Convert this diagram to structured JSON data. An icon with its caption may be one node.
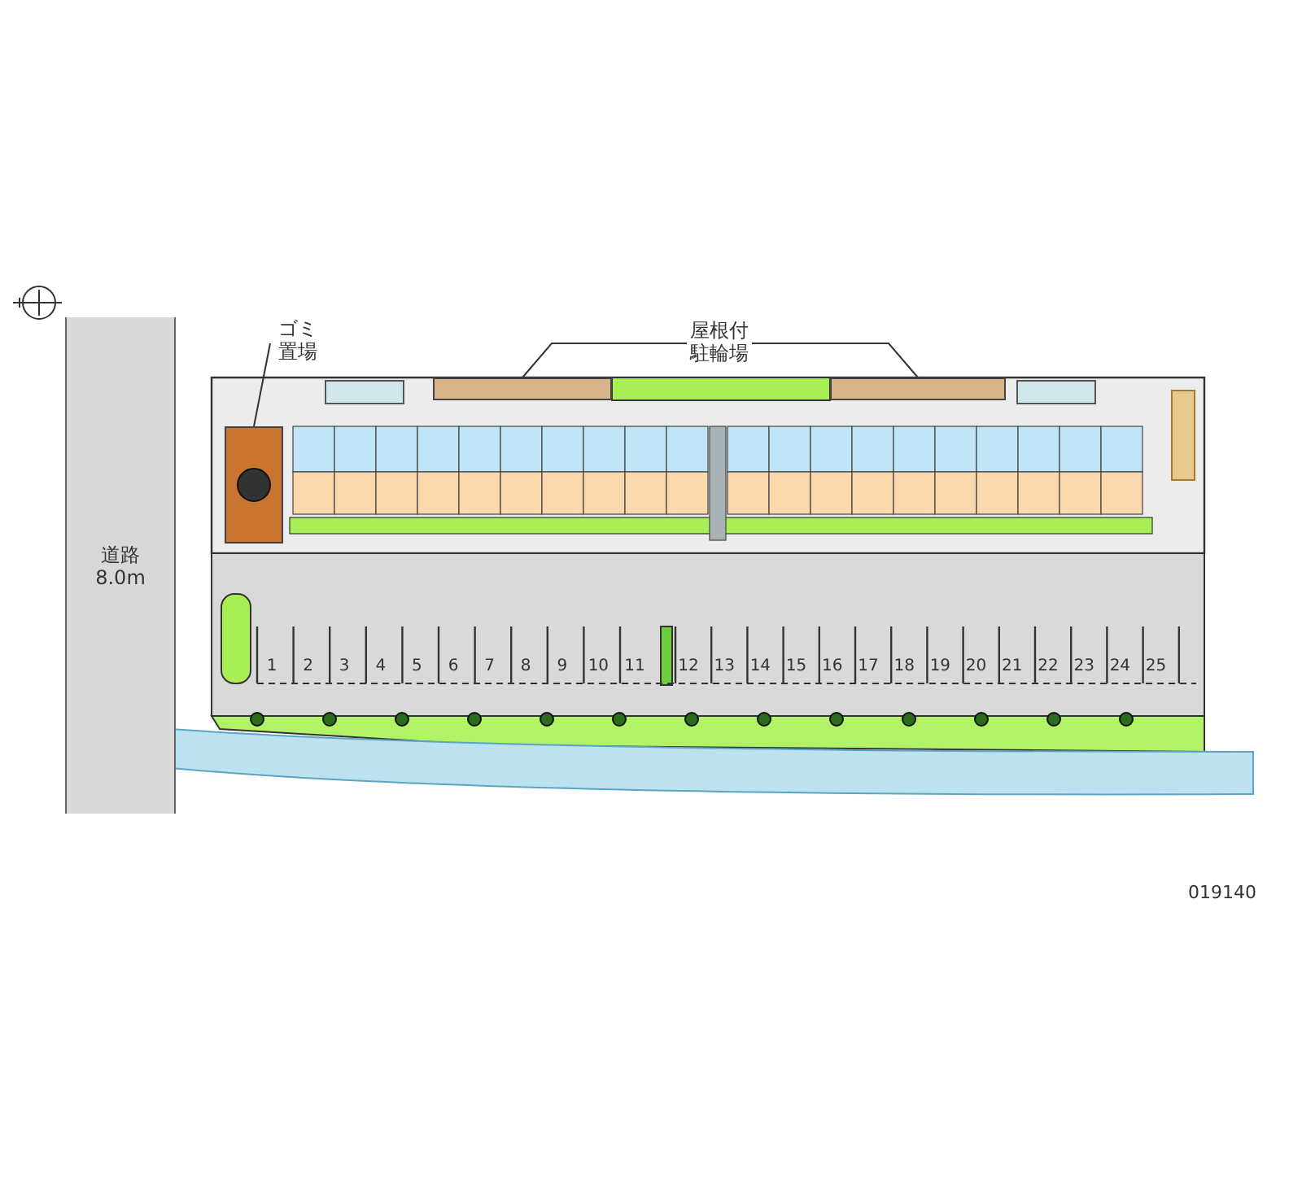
{
  "diagram": {
    "nodes": [
      {
        "text": [
          "ゴミ置場"
        ]
      },
      {
        "text": [],
        "shape": "box"
      },
      {
        "text": [
          "屋根付駐輪場"
        ]
      },
      {
        "text": [],
        "shape": "box"
      },
      {
        "text": [],
        "shape": "box"
      },
      {
        "text": [
          "道路 8.0m"
        ]
      }
    ],
    "edges": [
      {
        "from": 0,
        "to": 1,
        "arrow": "none"
      },
      {
        "from": 2,
        "to": 3,
        "arrow": "none"
      },
      {
        "from": 2,
        "to": 4,
        "arrow": "none"
      }
    ],
    "labels": [
      "1",
      "2",
      "3",
      "4",
      "5",
      "6",
      "7",
      "8",
      "9",
      "10",
      "11",
      "12",
      "13",
      "14",
      "15",
      "16",
      "17",
      "18",
      "19",
      "20",
      "21",
      "22",
      "23",
      "24",
      "25",
      "019140"
    ]
  }
}
